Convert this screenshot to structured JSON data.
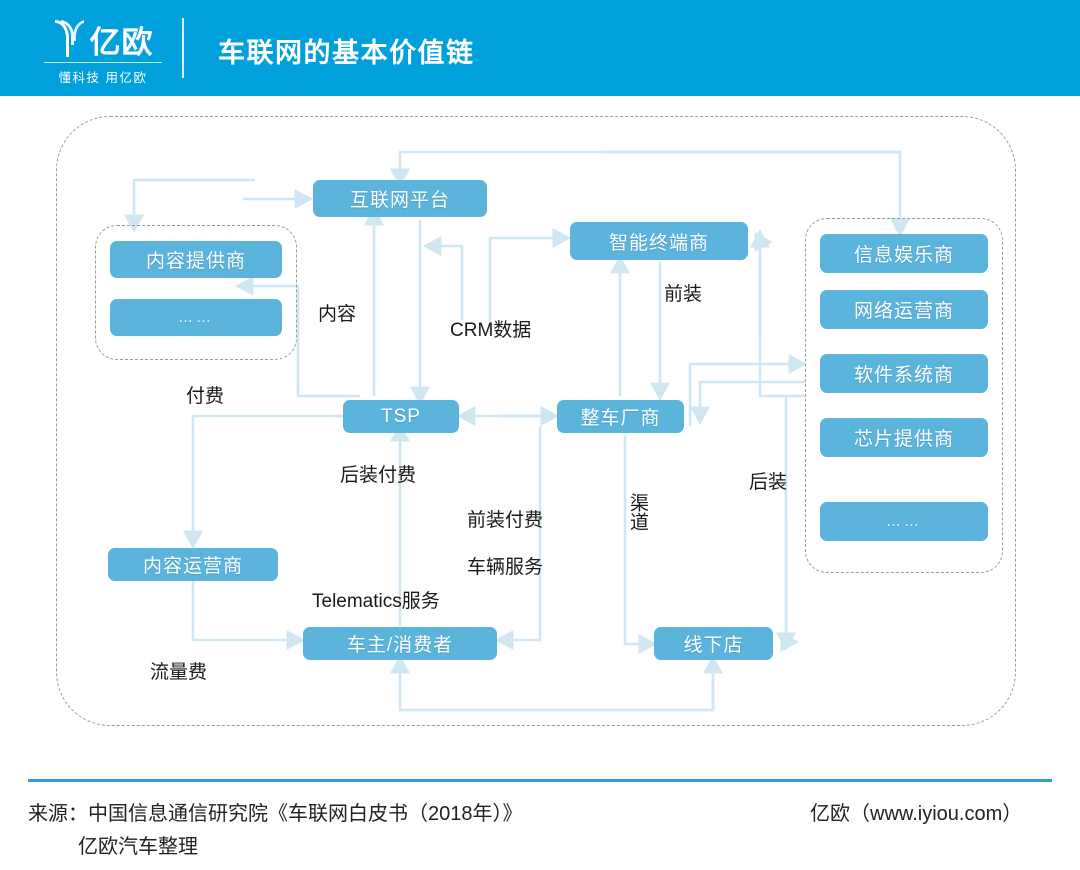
{
  "header": {
    "logo_text": "亿欧",
    "logo_tagline": "懂科技 用亿欧",
    "logo_mark_name": "yiou-leaf-logo-icon",
    "title": "车联网的基本价值链",
    "bar_color": "#00A0DC"
  },
  "theme": {
    "node_fill": "#5BB4DC",
    "wire_color": "#CFE6F3",
    "dashed_border": "#9a9a9a",
    "node_text": "#FFFFFF",
    "label_text": "#1a1a1a",
    "footer_rule": "#2f9fd0"
  },
  "diagram": {
    "nodes": {
      "internet_platform": "互联网平台",
      "content_provider": "内容提供商",
      "content_provider_more": "……",
      "tsp": "TSP",
      "content_operator": "内容运营商",
      "car_owner": "车主/消费者",
      "smart_terminal": "智能终端商",
      "vehicle_manufacturer": "整车厂商",
      "offline_store": "线下店",
      "infotainment": "信息娱乐商",
      "network_operator": "网络运营商",
      "software_system": "软件系统商",
      "chip_provider": "芯片提供商",
      "supplier_more": "……"
    },
    "edge_labels": {
      "content": "内容",
      "crm_data": "CRM数据",
      "pre_install": "前装",
      "payment": "付费",
      "post_install_payment": "后装付费",
      "pre_install_payment": "前装付费",
      "vehicle_service": "车辆服务",
      "telematics_service": "Telematics服务",
      "traffic_fee": "流量费",
      "channel": "渠道",
      "post_install": "后装"
    }
  },
  "footer": {
    "source_line1": "来源：中国信息通信研究院《车联网白皮书（2018年）》",
    "source_line2": "亿欧汽车整理",
    "brand": "亿欧（www.iyiou.com）"
  }
}
